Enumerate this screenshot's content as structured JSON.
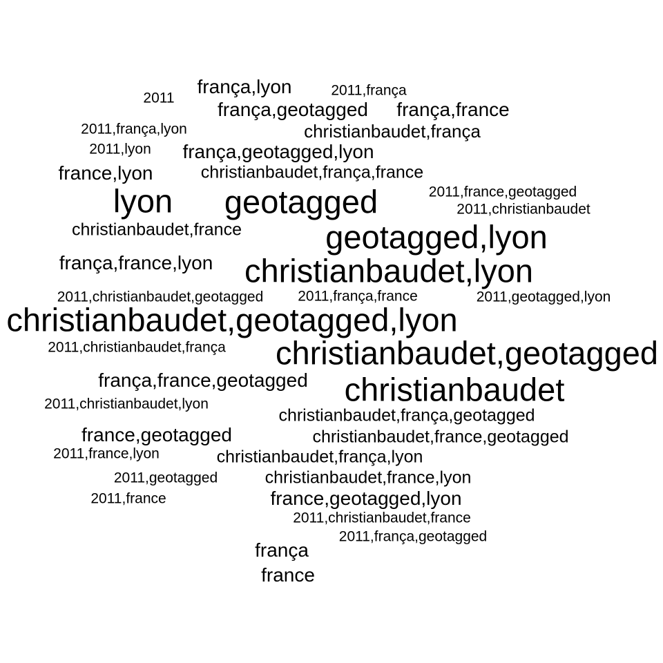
{
  "word_cloud": {
    "text_color": "#000000",
    "background": "#ffffff",
    "words": [
      {
        "id": "w01",
        "text": "2011"
      },
      {
        "id": "w02",
        "text": "frança,lyon"
      },
      {
        "id": "w03",
        "text": "2011,frança"
      },
      {
        "id": "w04",
        "text": "frança,geotagged"
      },
      {
        "id": "w05",
        "text": "frança,france"
      },
      {
        "id": "w06",
        "text": "2011,frança,lyon"
      },
      {
        "id": "w07",
        "text": "christianbaudet,frança"
      },
      {
        "id": "w08",
        "text": "2011,lyon"
      },
      {
        "id": "w09",
        "text": "frança,geotagged,lyon"
      },
      {
        "id": "w10",
        "text": "france,lyon"
      },
      {
        "id": "w11",
        "text": "christianbaudet,frança,france"
      },
      {
        "id": "w12",
        "text": "lyon"
      },
      {
        "id": "w13",
        "text": "geotagged"
      },
      {
        "id": "w14",
        "text": "2011,france,geotagged"
      },
      {
        "id": "w15",
        "text": "2011,christianbaudet"
      },
      {
        "id": "w16",
        "text": "christianbaudet,france"
      },
      {
        "id": "w17",
        "text": "geotagged,lyon"
      },
      {
        "id": "w18",
        "text": "frança,france,lyon"
      },
      {
        "id": "w19",
        "text": "christianbaudet,lyon"
      },
      {
        "id": "w20",
        "text": "2011,christianbaudet,geotagged"
      },
      {
        "id": "w21",
        "text": "2011,frança,france"
      },
      {
        "id": "w22",
        "text": "2011,geotagged,lyon"
      },
      {
        "id": "w23",
        "text": "christianbaudet,geotagged,lyon"
      },
      {
        "id": "w24",
        "text": "2011,christianbaudet,frança"
      },
      {
        "id": "w25",
        "text": "christianbaudet,geotagged"
      },
      {
        "id": "w26",
        "text": "frança,france,geotagged"
      },
      {
        "id": "w27",
        "text": "christianbaudet"
      },
      {
        "id": "w28",
        "text": "2011,christianbaudet,lyon"
      },
      {
        "id": "w29",
        "text": "christianbaudet,frança,geotagged"
      },
      {
        "id": "w30",
        "text": "france,geotagged"
      },
      {
        "id": "w31",
        "text": "christianbaudet,france,geotagged"
      },
      {
        "id": "w32",
        "text": "2011,france,lyon"
      },
      {
        "id": "w33",
        "text": "christianbaudet,frança,lyon"
      },
      {
        "id": "w34",
        "text": "2011,geotagged"
      },
      {
        "id": "w35",
        "text": "christianbaudet,france,lyon"
      },
      {
        "id": "w36",
        "text": "2011,france"
      },
      {
        "id": "w37",
        "text": "france,geotagged,lyon"
      },
      {
        "id": "w38",
        "text": "2011,christianbaudet,france"
      },
      {
        "id": "w39",
        "text": "2011,frança,geotagged"
      },
      {
        "id": "w40",
        "text": "frança"
      },
      {
        "id": "w41",
        "text": "france"
      }
    ]
  }
}
